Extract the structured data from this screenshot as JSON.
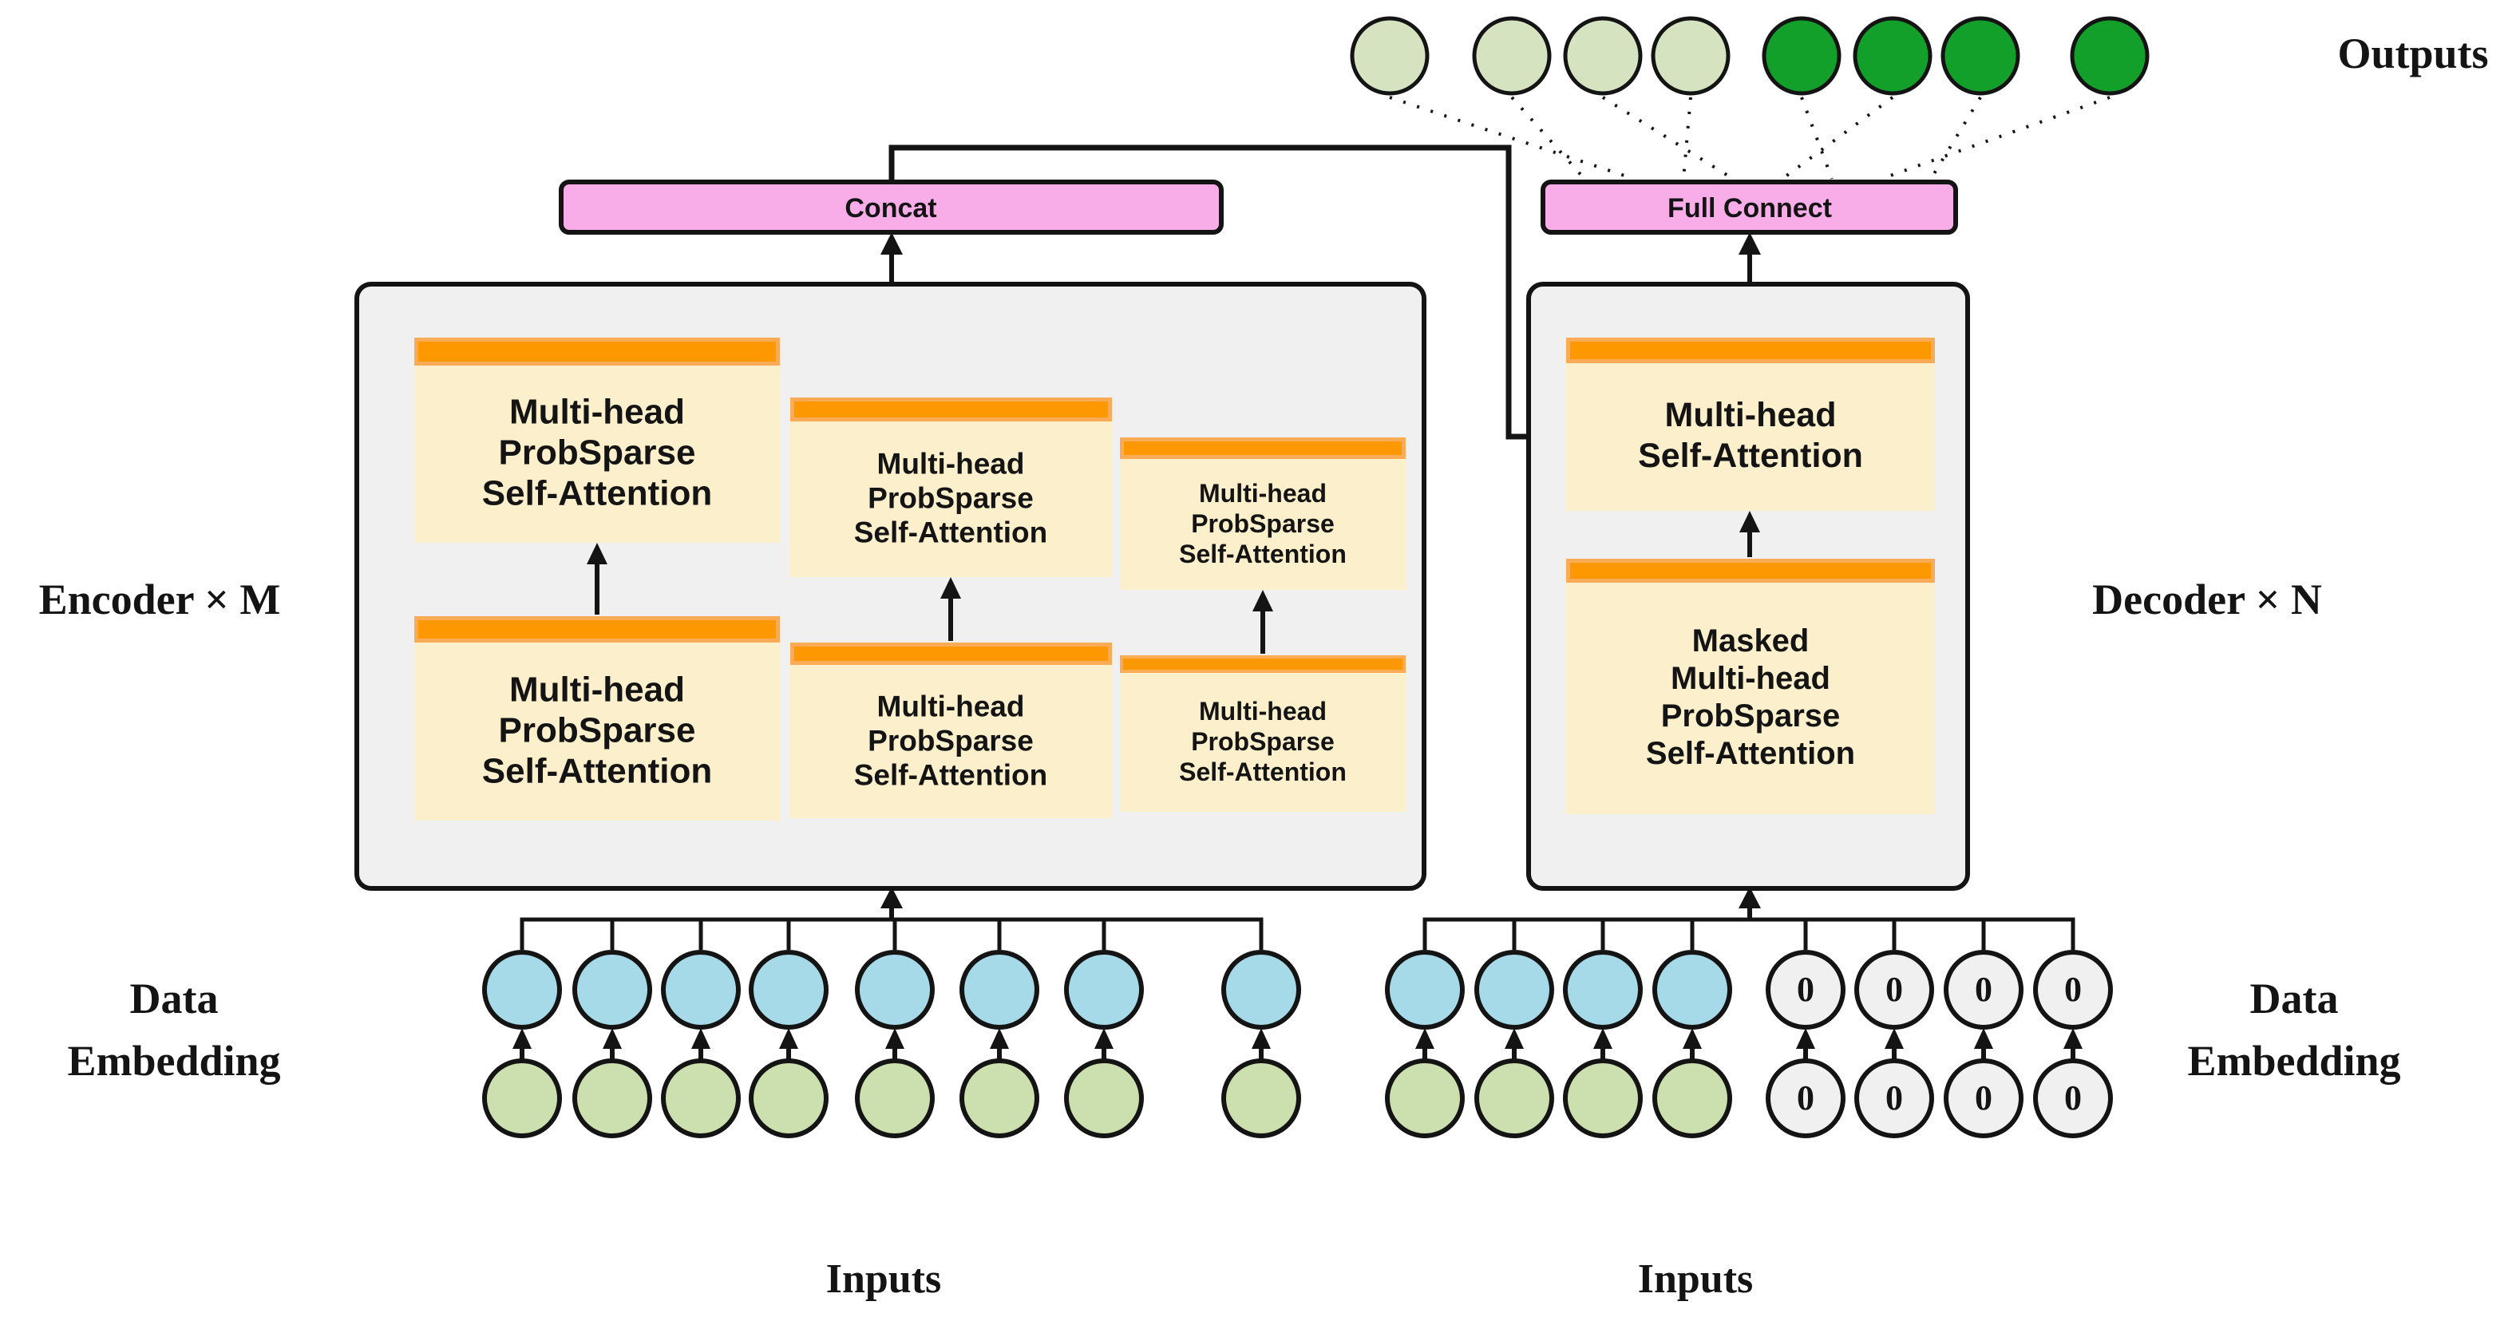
{
  "colors": {
    "ink": "#141414",
    "pink": "#F8ACE8",
    "orange": "#FD9801",
    "orange-light": "#F9AC55",
    "cream": "#FCEFCB",
    "panel-gray": "#F0F0F0",
    "zero-gray": "#F0F0F0",
    "embed-blue": "#A6DAE8",
    "embed-green": "#CCDFAE",
    "output-light-green": "#D5E3C1",
    "output-dark-green": "#12A02B"
  },
  "outputs": {
    "label": "Outputs"
  },
  "concat": {
    "label": "Concat"
  },
  "full_connect": {
    "label": "Full Connect"
  },
  "encoder": {
    "side_label": "Encoder × M",
    "attention_text": "Multi-head\nProbSparse\nSelf-Attention"
  },
  "decoder": {
    "side_label": "Decoder × N",
    "self_attention_text": "Multi-head\nSelf-Attention",
    "masked_attention_text": "Masked\nMulti-head\nProbSparse\nSelf-Attention"
  },
  "embedding": {
    "left_label": "Data\nEmbedding",
    "right_label": "Data\nEmbedding",
    "zero": "0"
  },
  "inputs": {
    "left_label": "Inputs",
    "right_label": "Inputs"
  }
}
